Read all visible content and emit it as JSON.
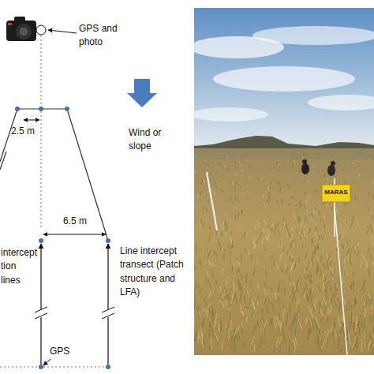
{
  "diagram": {
    "labels": [
      "GPS and photo",
      "2.5 m",
      "Wind or slope",
      "6.5 m",
      "intercept tion lines",
      "Line intercept transect (Patch structure and LFA)",
      "GPS",
      "MARAS"
    ]
  }
}
